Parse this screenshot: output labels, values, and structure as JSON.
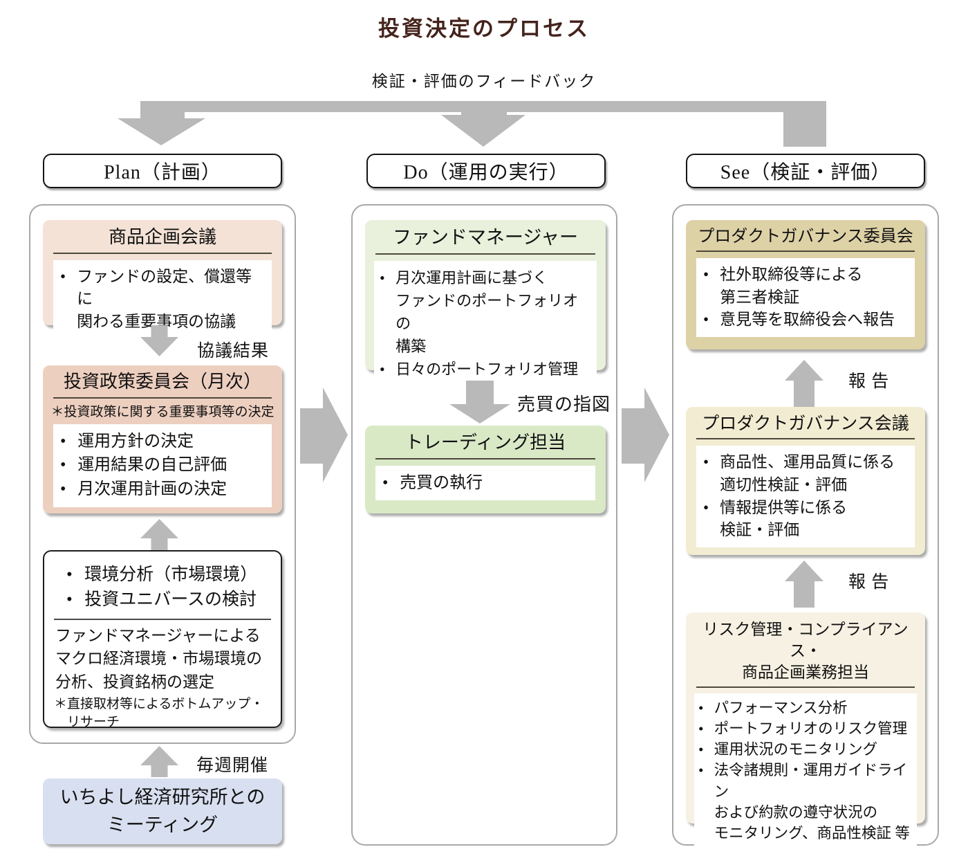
{
  "page": {
    "title": "投資決定のプロセス",
    "feedback_label": "検証・評価のフィードバック"
  },
  "headers": {
    "plan": "Plan（計画）",
    "do": "Do（運用の実行）",
    "see": "See（検証・評価）"
  },
  "plan": {
    "box1": {
      "title": "商品企画会議",
      "bullets": [
        "ファンドの設定、償還等に\n関わる重要事項の協議"
      ]
    },
    "arrow1_label": "協議結果",
    "box2": {
      "title": "投資政策委員会（月次）",
      "note": "＊投資政策に関する重要事項等の決定",
      "bullets": [
        "運用方針の決定",
        "運用結果の自己評価",
        "月次運用計画の決定"
      ]
    },
    "box3": {
      "bullets": [
        "環境分析（市場環境）",
        "投資ユニバースの検討"
      ],
      "body": "ファンドマネージャーによる\nマクロ経済環境・市場環境の\n分析、投資銘柄の選定",
      "note": "＊直接取材等によるボトムアップ・\n　リサーチ"
    },
    "arrow2_label": "毎週開催",
    "meeting": "いちよし経済研究所との\nミーティング"
  },
  "do": {
    "box1": {
      "title": "ファンドマネージャー",
      "bullets": [
        "月次運用計画に基づく\nファンドのポートフォリオの\n構築",
        "日々のポートフォリオ管理"
      ]
    },
    "arrow_label": "売買の指図",
    "box2": {
      "title": "トレーディング担当",
      "bullets": [
        "売買の執行"
      ]
    }
  },
  "see": {
    "box1": {
      "title": "プロダクトガバナンス委員会",
      "bullets": [
        "社外取締役等による\n第三者検証",
        "意見等を取締役会へ報告"
      ]
    },
    "arrow1_label": "報 告",
    "box2": {
      "title": "プロダクトガバナンス会議",
      "bullets": [
        "商品性、運用品質に係る\n適切性検証・評価",
        "情報提供等に係る\n検証・評価"
      ]
    },
    "arrow2_label": "報 告",
    "box3": {
      "title": "リスク管理・コンプライアンス・\n商品企画業務担当",
      "bullets": [
        "パフォーマンス分析",
        "ポートフォリオのリスク管理",
        "運用状況のモニタリング",
        "法令諸規則・運用ガイドライン\nおよび約款の遵守状況の\nモニタリング、商品性検証 等"
      ]
    }
  },
  "colors": {
    "title_text": "#44231c",
    "arrow_gray": "#b9b9b9",
    "container_border": "#a8a8a8",
    "plan_box1_bg": "#f4e2d6",
    "plan_box2_bg": "#edcfc0",
    "meeting_bg": "#d8dff0",
    "do_box1_bg": "#e9f0db",
    "do_box2_bg": "#d9e9c6",
    "see_box1_bg": "#ddd1a6",
    "see_box2_bg": "#f2ecd2",
    "see_box3_bg": "#f6f1e3"
  }
}
